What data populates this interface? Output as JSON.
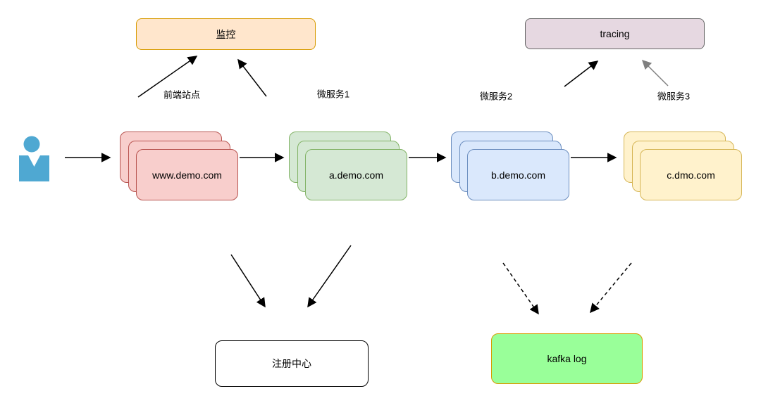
{
  "canvas": {
    "background": "#ffffff"
  },
  "nodes": {
    "monitoring": {
      "label": "监控",
      "fill": "#ffe6cc",
      "border": "#d79b00"
    },
    "tracing": {
      "label": "tracing",
      "fill": "#e6d8e1",
      "border": "#666666"
    },
    "www_stack": {
      "label": "www.demo.com",
      "fill": "#f8cecc",
      "border": "#b85450",
      "copies": 3
    },
    "a_stack": {
      "label": "a.demo.com",
      "fill": "#d5e8d4",
      "border": "#82b366",
      "copies": 3
    },
    "b_stack": {
      "label": "b.demo.com",
      "fill": "#dae8fc",
      "border": "#6c8ebf",
      "copies": 3
    },
    "c_stack": {
      "label": "c.dmo.com",
      "fill": "#fff2cc",
      "border": "#d6b656",
      "copies": 3
    },
    "registry": {
      "label": "注册中心",
      "fill": "#ffffff",
      "border": "#000000"
    },
    "kafka": {
      "label": "kafka log",
      "fill": "#99ff99",
      "border": "#d79b00"
    }
  },
  "edge_labels": {
    "frontend_site": "前端站点",
    "microservice_1": "微服务1",
    "microservice_2": "微服务2",
    "microservice_3": "微服务3"
  },
  "icons": {
    "user": {
      "name": "user-icon",
      "color": "#4fa8d2"
    }
  },
  "edges": {
    "solid_color": "#000000",
    "gray_color": "#808080",
    "styles": [
      "solid",
      "dashed"
    ]
  }
}
